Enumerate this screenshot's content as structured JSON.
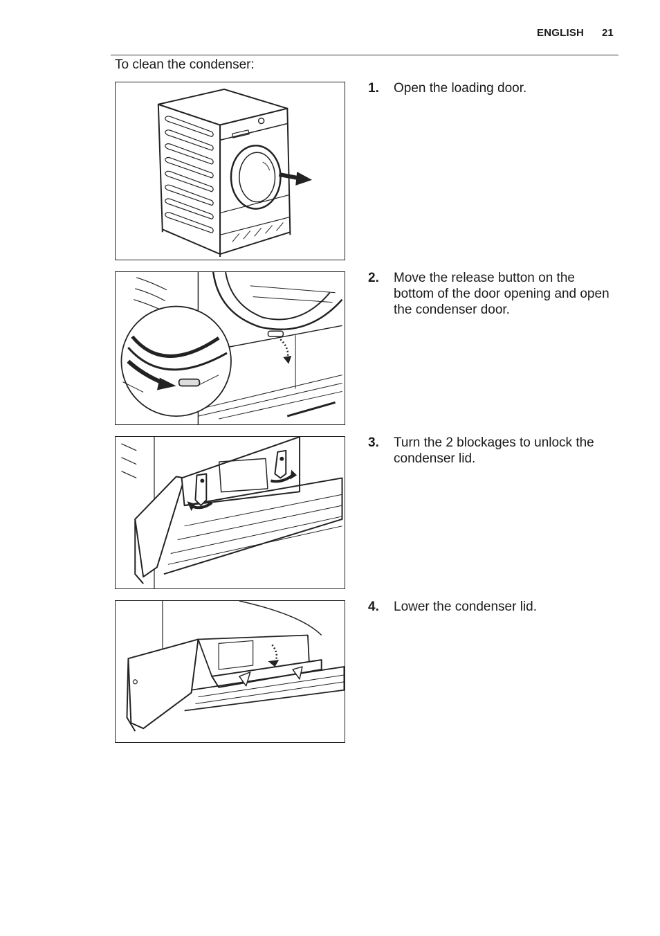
{
  "header": {
    "language": "ENGLISH",
    "page_number": "21"
  },
  "intro": "To clean the condenser:",
  "steps": [
    {
      "number": "1.",
      "text": "Open the loading door."
    },
    {
      "number": "2.",
      "text": "Move the release button on the bottom of the door opening and open the condenser door."
    },
    {
      "number": "3.",
      "text": "Turn the 2 blockages to unlock the condenser lid."
    },
    {
      "number": "4.",
      "text": "Lower the condenser lid."
    }
  ]
}
